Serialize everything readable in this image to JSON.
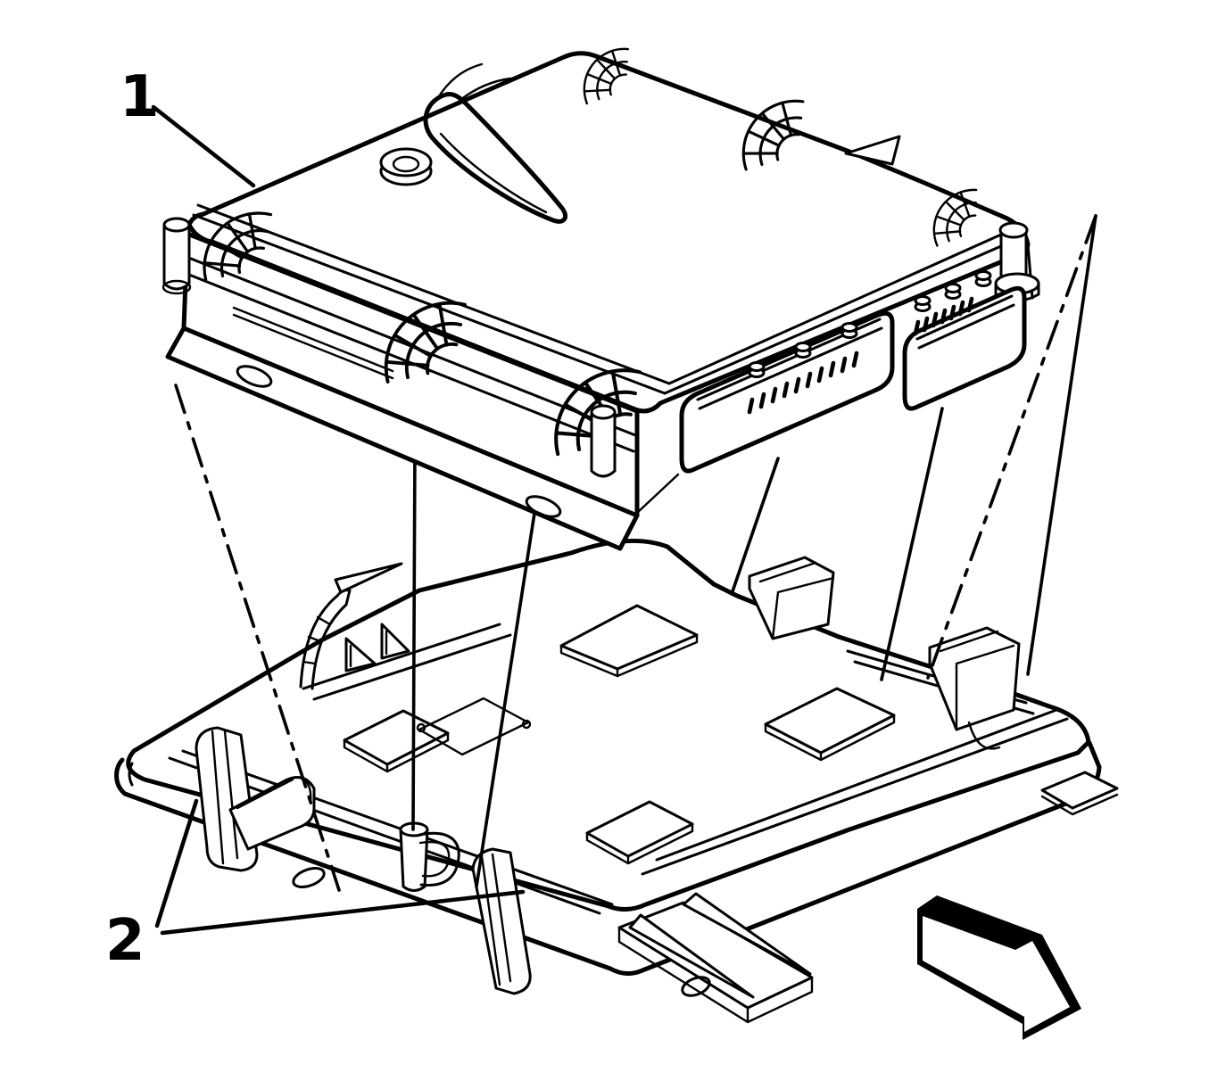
{
  "diagram": {
    "type": "exploded-parts-illustration",
    "style": "black line art on white",
    "callouts": [
      {
        "label": "1",
        "points_to": "control-module"
      },
      {
        "label": "2",
        "points_to": "bracket-retainer-clips"
      }
    ],
    "parts": {
      "upper": "control-module-with-two-connectors",
      "lower": "mounting-bracket-tray"
    },
    "icons": {
      "arrow": "direction-arrow-3d-block"
    },
    "colors": {
      "line": "#000000",
      "background": "#ffffff",
      "arrow_fill": "#000000"
    }
  }
}
